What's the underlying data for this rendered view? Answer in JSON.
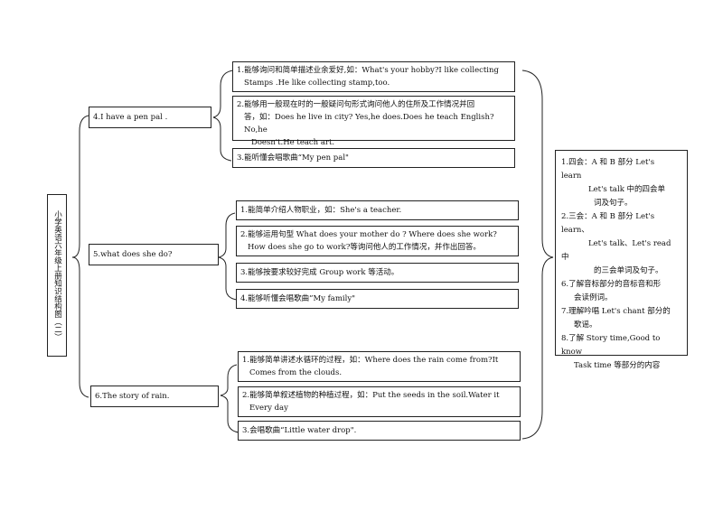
{
  "root_title": "小学英语六年级上册知识结构图（二）",
  "units": [
    {
      "label": "4.I have a pen pal .",
      "items": [
        [
          "1.能够询问和简单描述业余爱好,如：What's your hobby?I like collecting",
          "Stamps .He like collecting stamp,too."
        ],
        [
          "2.能够用一般现在时的一般疑问句形式询问他人的住所及工作情况并回",
          "答，如：Does he live in city? Yes,he does.Does he teach English?No,he",
          "Doesn't.He teach art."
        ],
        [
          "3.能听懂会唱歌曲“My pen pal\""
        ]
      ]
    },
    {
      "label": "5.what does she do?",
      "items": [
        [
          "1.能简单介绍人物职业，如：She's a teacher."
        ],
        [
          "2.能够运用句型 What does your mother do ? Where does she work?",
          "How does she go to work?等询问他人的工作情况，并作出回答。"
        ],
        [
          "3.能够按要求较好完成 Group work  等活动。"
        ],
        [
          "4.能够听懂会唱歌曲”My family\""
        ]
      ]
    },
    {
      "label": "6.The story of rain.",
      "items": [
        [
          "1.能够简单讲述水循环的过程，如：Where does the rain come from?It",
          "Comes from the clouds."
        ],
        [
          "2.能够简单叙述植物的种植过程，如：Put the seeds in the soil.Water it",
          "Every day"
        ],
        [
          "3.会唱歌曲“Little water drop\"."
        ]
      ]
    }
  ],
  "summary": {
    "l1": "1.四会：A 和 B 部分 Let's",
    "l2": "learn",
    "l3": "Let's talk 中的四会单",
    "l4": "词及句子。",
    "l5": "2.三会：A 和 B 部分 Let's",
    "l6": "learn、",
    "l7": "Let's   talk、Let's   read",
    "l8": "中",
    "l9": "的三会单词及句子。",
    "l10": "6.了解音标部分的音标音和形",
    "l11": "会读例词。",
    "l12": "7.理解吟唱 Let's chant  部分的",
    "l13": "歌谣。",
    "l14": "8.了解 Story time,Good to know",
    "l15": "Task time 等部分的内容"
  }
}
